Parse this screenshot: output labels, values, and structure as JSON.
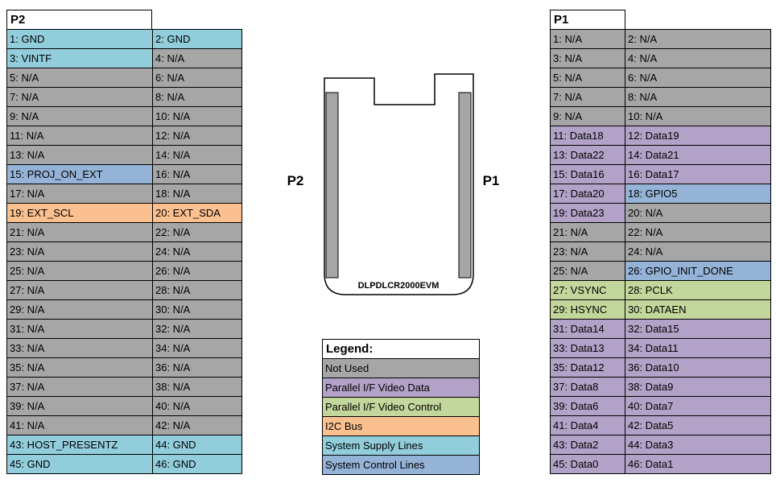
{
  "colors": {
    "not_used": "#A6A6A6",
    "video_data": "#B2A2C7",
    "video_control": "#C3D69B",
    "i2c": "#FAC090",
    "supply": "#92CDDC",
    "control": "#95B3D7"
  },
  "p2": {
    "title": "P2",
    "pins": [
      [
        "1: GND",
        "supply"
      ],
      [
        "2: GND",
        "supply"
      ],
      [
        "3: VINTF",
        "supply"
      ],
      [
        "4: N/A",
        "not_used"
      ],
      [
        "5: N/A",
        "not_used"
      ],
      [
        "6: N/A",
        "not_used"
      ],
      [
        "7: N/A",
        "not_used"
      ],
      [
        "8: N/A",
        "not_used"
      ],
      [
        "9: N/A",
        "not_used"
      ],
      [
        "10: N/A",
        "not_used"
      ],
      [
        "11: N/A",
        "not_used"
      ],
      [
        "12: N/A",
        "not_used"
      ],
      [
        "13: N/A",
        "not_used"
      ],
      [
        "14: N/A",
        "not_used"
      ],
      [
        "15: PROJ_ON_EXT",
        "control"
      ],
      [
        "16: N/A",
        "not_used"
      ],
      [
        "17: N/A",
        "not_used"
      ],
      [
        "18: N/A",
        "not_used"
      ],
      [
        "19: EXT_SCL",
        "i2c"
      ],
      [
        "20: EXT_SDA",
        "i2c"
      ],
      [
        "21: N/A",
        "not_used"
      ],
      [
        "22: N/A",
        "not_used"
      ],
      [
        "23: N/A",
        "not_used"
      ],
      [
        "24: N/A",
        "not_used"
      ],
      [
        "25: N/A",
        "not_used"
      ],
      [
        "26: N/A",
        "not_used"
      ],
      [
        "27: N/A",
        "not_used"
      ],
      [
        "28: N/A",
        "not_used"
      ],
      [
        "29: N/A",
        "not_used"
      ],
      [
        "30: N/A",
        "not_used"
      ],
      [
        "31: N/A",
        "not_used"
      ],
      [
        "32: N/A",
        "not_used"
      ],
      [
        "33: N/A",
        "not_used"
      ],
      [
        "34: N/A",
        "not_used"
      ],
      [
        "35: N/A",
        "not_used"
      ],
      [
        "36: N/A",
        "not_used"
      ],
      [
        "37: N/A",
        "not_used"
      ],
      [
        "38: N/A",
        "not_used"
      ],
      [
        "39: N/A",
        "not_used"
      ],
      [
        "40: N/A",
        "not_used"
      ],
      [
        "41: N/A",
        "not_used"
      ],
      [
        "42: N/A",
        "not_used"
      ],
      [
        "43: HOST_PRESENTZ",
        "supply"
      ],
      [
        "44: GND",
        "supply"
      ],
      [
        "45: GND",
        "supply"
      ],
      [
        "46: GND",
        "supply"
      ]
    ]
  },
  "p1": {
    "title": "P1",
    "pins": [
      [
        "1: N/A",
        "not_used"
      ],
      [
        "2: N/A",
        "not_used"
      ],
      [
        "3: N/A",
        "not_used"
      ],
      [
        "4: N/A",
        "not_used"
      ],
      [
        "5: N/A",
        "not_used"
      ],
      [
        "6: N/A",
        "not_used"
      ],
      [
        "7: N/A",
        "not_used"
      ],
      [
        "8: N/A",
        "not_used"
      ],
      [
        "9: N/A",
        "not_used"
      ],
      [
        "10: N/A",
        "not_used"
      ],
      [
        "11: Data18",
        "video_data"
      ],
      [
        "12: Data19",
        "video_data"
      ],
      [
        "13: Data22",
        "video_data"
      ],
      [
        "14: Data21",
        "video_data"
      ],
      [
        "15: Data16",
        "video_data"
      ],
      [
        "16: Data17",
        "video_data"
      ],
      [
        "17: Data20",
        "video_data"
      ],
      [
        "18: GPIO5",
        "control"
      ],
      [
        "19: Data23",
        "video_data"
      ],
      [
        "20: N/A",
        "not_used"
      ],
      [
        "21: N/A",
        "not_used"
      ],
      [
        "22: N/A",
        "not_used"
      ],
      [
        "23: N/A",
        "not_used"
      ],
      [
        "24: N/A",
        "not_used"
      ],
      [
        "25: N/A",
        "not_used"
      ],
      [
        "26: GPIO_INIT_DONE",
        "control"
      ],
      [
        "27: VSYNC",
        "video_control"
      ],
      [
        "28: PCLK",
        "video_control"
      ],
      [
        "29: HSYNC",
        "video_control"
      ],
      [
        "30: DATAEN",
        "video_control"
      ],
      [
        "31: Data14",
        "video_data"
      ],
      [
        "32: Data15",
        "video_data"
      ],
      [
        "33: Data13",
        "video_data"
      ],
      [
        "34: Data11",
        "video_data"
      ],
      [
        "35: Data12",
        "video_data"
      ],
      [
        "36: Data10",
        "video_data"
      ],
      [
        "37: Data8",
        "video_data"
      ],
      [
        "38: Data9",
        "video_data"
      ],
      [
        "39: Data6",
        "video_data"
      ],
      [
        "40: Data7",
        "video_data"
      ],
      [
        "41: Data4",
        "video_data"
      ],
      [
        "42: Data5",
        "video_data"
      ],
      [
        "43: Data2",
        "video_data"
      ],
      [
        "44: Data3",
        "video_data"
      ],
      [
        "45: Data0",
        "video_data"
      ],
      [
        "46: Data1",
        "video_data"
      ]
    ]
  },
  "legend": {
    "title": "Legend:",
    "items": [
      {
        "label": "Not Used",
        "category": "not_used"
      },
      {
        "label": "Parallel I/F Video Data",
        "category": "video_data"
      },
      {
        "label": "Parallel I/F Video Control",
        "category": "video_control"
      },
      {
        "label": "I2C Bus",
        "category": "i2c"
      },
      {
        "label": "System Supply Lines",
        "category": "supply"
      },
      {
        "label": "System Control Lines",
        "category": "control"
      }
    ]
  },
  "board": {
    "left_label": "P2",
    "right_label": "P1",
    "name": "DLPDLCR2000EVM"
  }
}
